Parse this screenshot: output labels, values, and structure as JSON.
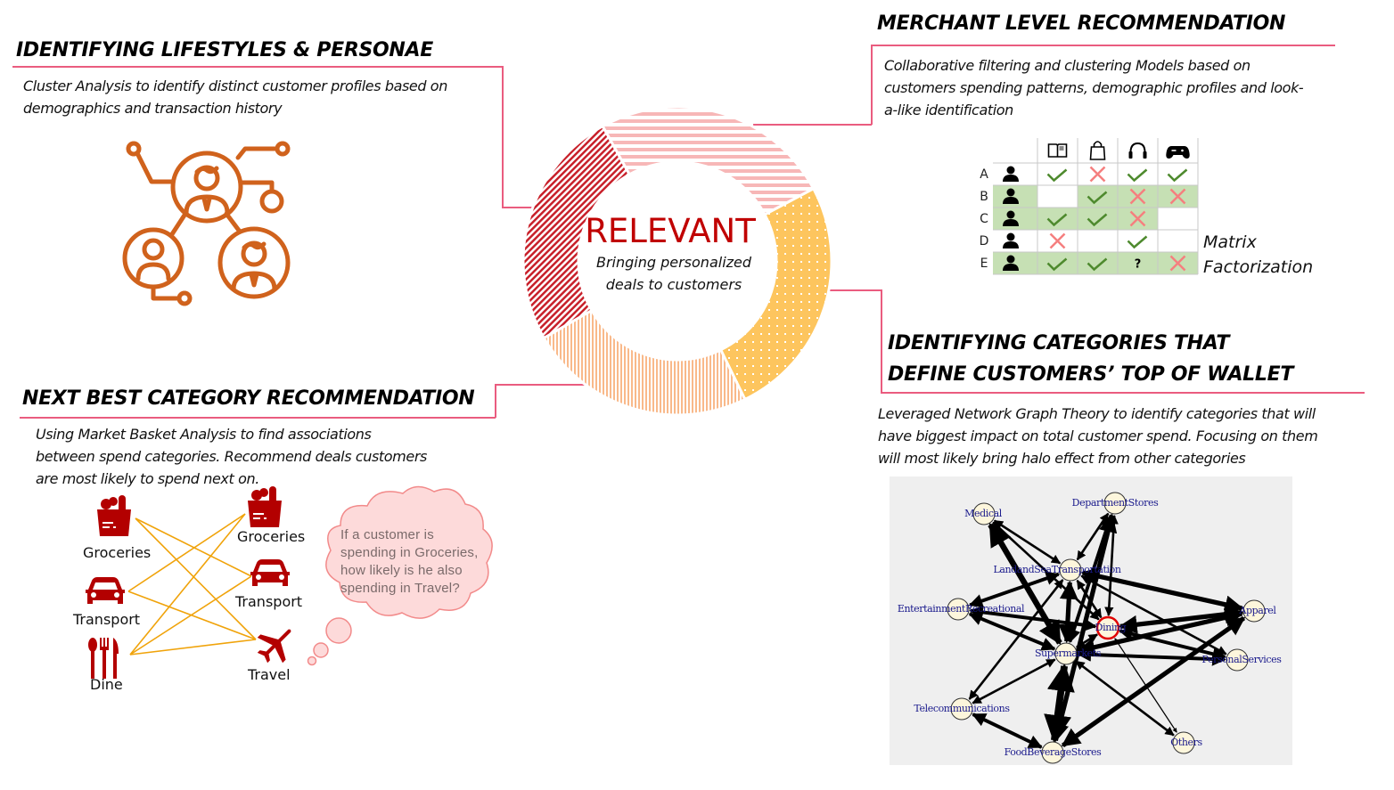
{
  "center": {
    "title": "RELEVANT",
    "subtitle_line1": "Bringing personalized",
    "subtitle_line2": "deals to customers",
    "title_color": "#c00000"
  },
  "ring_segments": [
    {
      "name": "top",
      "pattern": "horizontal-stripes",
      "color": "#f7b7b7",
      "start_deg": -119,
      "end_deg": -28
    },
    {
      "name": "right",
      "pattern": "dots",
      "color": "#fdc55e",
      "start_deg": -28,
      "end_deg": 64
    },
    {
      "name": "bottom",
      "pattern": "vertical-stripes",
      "color": "#f9b98a",
      "start_deg": 64,
      "end_deg": 150
    },
    {
      "name": "left",
      "pattern": "diagonal-stripes",
      "color": "#c8202a",
      "start_deg": 150,
      "end_deg": 241
    }
  ],
  "sections": {
    "lifestyles": {
      "title": "IDENTIFYING LIFESTYLES & PERSONAE",
      "desc_line1": "Cluster Analysis to identify distinct customer profiles based on",
      "desc_line2": "demographics and transaction history",
      "icon": "customer-network-icon",
      "icon_color": "#d0621c"
    },
    "merchant": {
      "title": "MERCHANT LEVEL RECOMMENDATION",
      "desc_line1": "Collaborative filtering and clustering Models based on",
      "desc_line2": "customers spending patterns, demographic profiles and look-",
      "desc_line3": "a-like identification",
      "matrix_caption_line1": "Matrix",
      "matrix_caption_line2": "Factorization"
    },
    "categories": {
      "title_line1": "IDENTIFYING CATEGORIES THAT",
      "title_line2": "DEFINE CUSTOMERS’ TOP OF WALLET",
      "desc_line1": "Leveraged Network Graph Theory to identify categories that will",
      "desc_line2": "have biggest impact on total customer spend. Focusing on them",
      "desc_line3": "will most likely bring halo effect from other categories"
    },
    "next_best": {
      "title": "NEXT BEST CATEGORY RECOMMENDATION",
      "desc_line1": "Using Market Basket Analysis to find associations",
      "desc_line2": "between spend categories. Recommend deals customers",
      "desc_line3": "are most likely to spend next on.",
      "left_categories": [
        "Groceries",
        "Transport",
        "Dine"
      ],
      "right_categories": [
        "Groceries",
        "Transport",
        "Travel"
      ],
      "thought_line1": "If a customer is",
      "thought_line2": "spending in Groceries,",
      "thought_line3": "how likely is he also",
      "thought_line4": "spending in Travel?",
      "links": [
        [
          "Groceries",
          "Transport"
        ],
        [
          "Groceries",
          "Travel"
        ],
        [
          "Transport",
          "Groceries"
        ],
        [
          "Transport",
          "Travel"
        ],
        [
          "Dine",
          "Groceries"
        ],
        [
          "Dine",
          "Transport"
        ],
        [
          "Dine",
          "Travel"
        ]
      ]
    }
  },
  "matrix": {
    "columns": [
      "book-icon",
      "shopping-bag-icon",
      "headphones-icon",
      "gamepad-icon"
    ],
    "rows": [
      {
        "label": "A",
        "highlight": false,
        "cells": [
          "check",
          "cross",
          "check",
          "check"
        ],
        "cell_highlight": [
          false,
          false,
          false,
          false
        ]
      },
      {
        "label": "B",
        "highlight": true,
        "cells": [
          "",
          "check",
          "cross",
          "cross"
        ],
        "cell_highlight": [
          false,
          true,
          true,
          true
        ]
      },
      {
        "label": "C",
        "highlight": true,
        "cells": [
          "check",
          "check",
          "cross",
          ""
        ],
        "cell_highlight": [
          true,
          true,
          true,
          false
        ]
      },
      {
        "label": "D",
        "highlight": false,
        "cells": [
          "cross",
          "",
          "check",
          ""
        ],
        "cell_highlight": [
          false,
          false,
          false,
          false
        ]
      },
      {
        "label": "E",
        "highlight": true,
        "cells": [
          "check",
          "check",
          "?",
          "cross"
        ],
        "cell_highlight": [
          true,
          true,
          true,
          true
        ]
      }
    ]
  },
  "network": {
    "nodes": [
      {
        "id": "Medical",
        "label": "Medical"
      },
      {
        "id": "DepartmentStores",
        "label": "DepartmentStores"
      },
      {
        "id": "LandandSeaTransportation",
        "label": "LandandSeaTransportation"
      },
      {
        "id": "EntertainmentRecreational",
        "label": "EntertainmentRecreational"
      },
      {
        "id": "Apparel",
        "label": "Apparel"
      },
      {
        "id": "Dining",
        "label": "Dining",
        "highlight": true
      },
      {
        "id": "Supermarkets",
        "label": "Supermarkets"
      },
      {
        "id": "PersonalServices",
        "label": "PersonalServices"
      },
      {
        "id": "Telecommunications",
        "label": "Telecommunications"
      },
      {
        "id": "FoodBeverageStores",
        "label": "FoodBeverageStores"
      },
      {
        "id": "Others",
        "label": "Others"
      }
    ],
    "edges": [
      {
        "from": "Medical",
        "to": "Supermarkets",
        "weight": 5
      },
      {
        "from": "Medical",
        "to": "LandandSeaTransportation",
        "weight": 2
      },
      {
        "from": "Medical",
        "to": "Dining",
        "weight": 2
      },
      {
        "from": "DepartmentStores",
        "to": "LandandSeaTransportation",
        "weight": 2
      },
      {
        "from": "DepartmentStores",
        "to": "Dining",
        "weight": 2
      },
      {
        "from": "DepartmentStores",
        "to": "Supermarkets",
        "weight": 3
      },
      {
        "from": "DepartmentStores",
        "to": "FoodBeverageStores",
        "weight": 4
      },
      {
        "from": "LandandSeaTransportation",
        "to": "EntertainmentRecreational",
        "weight": 3
      },
      {
        "from": "LandandSeaTransportation",
        "to": "Apparel",
        "weight": 4
      },
      {
        "from": "LandandSeaTransportation",
        "to": "Supermarkets",
        "weight": 4
      },
      {
        "from": "LandandSeaTransportation",
        "to": "Dining",
        "weight": 2
      },
      {
        "from": "LandandSeaTransportation",
        "to": "PersonalServices",
        "weight": 2
      },
      {
        "from": "LandandSeaTransportation",
        "to": "Telecommunications",
        "weight": 2
      },
      {
        "from": "EntertainmentRecreational",
        "to": "Dining",
        "weight": 3
      },
      {
        "from": "EntertainmentRecreational",
        "to": "Supermarkets",
        "weight": 3
      },
      {
        "from": "Apparel",
        "to": "Dining",
        "weight": 4
      },
      {
        "from": "Apparel",
        "to": "Supermarkets",
        "weight": 4
      },
      {
        "from": "Dining",
        "to": "PersonalServices",
        "weight": 3
      },
      {
        "from": "Dining",
        "to": "Supermarkets",
        "weight": 2
      },
      {
        "from": "Dining",
        "to": "Others",
        "weight": 1
      },
      {
        "from": "Supermarkets",
        "to": "PersonalServices",
        "weight": 3
      },
      {
        "from": "Supermarkets",
        "to": "Telecommunications",
        "weight": 2
      },
      {
        "from": "Supermarkets",
        "to": "FoodBeverageStores",
        "weight": 6
      },
      {
        "from": "Supermarkets",
        "to": "Others",
        "weight": 2
      },
      {
        "from": "Telecommunications",
        "to": "FoodBeverageStores",
        "weight": 3
      },
      {
        "from": "FoodBeverageStores",
        "to": "Apparel",
        "weight": 4
      }
    ]
  }
}
